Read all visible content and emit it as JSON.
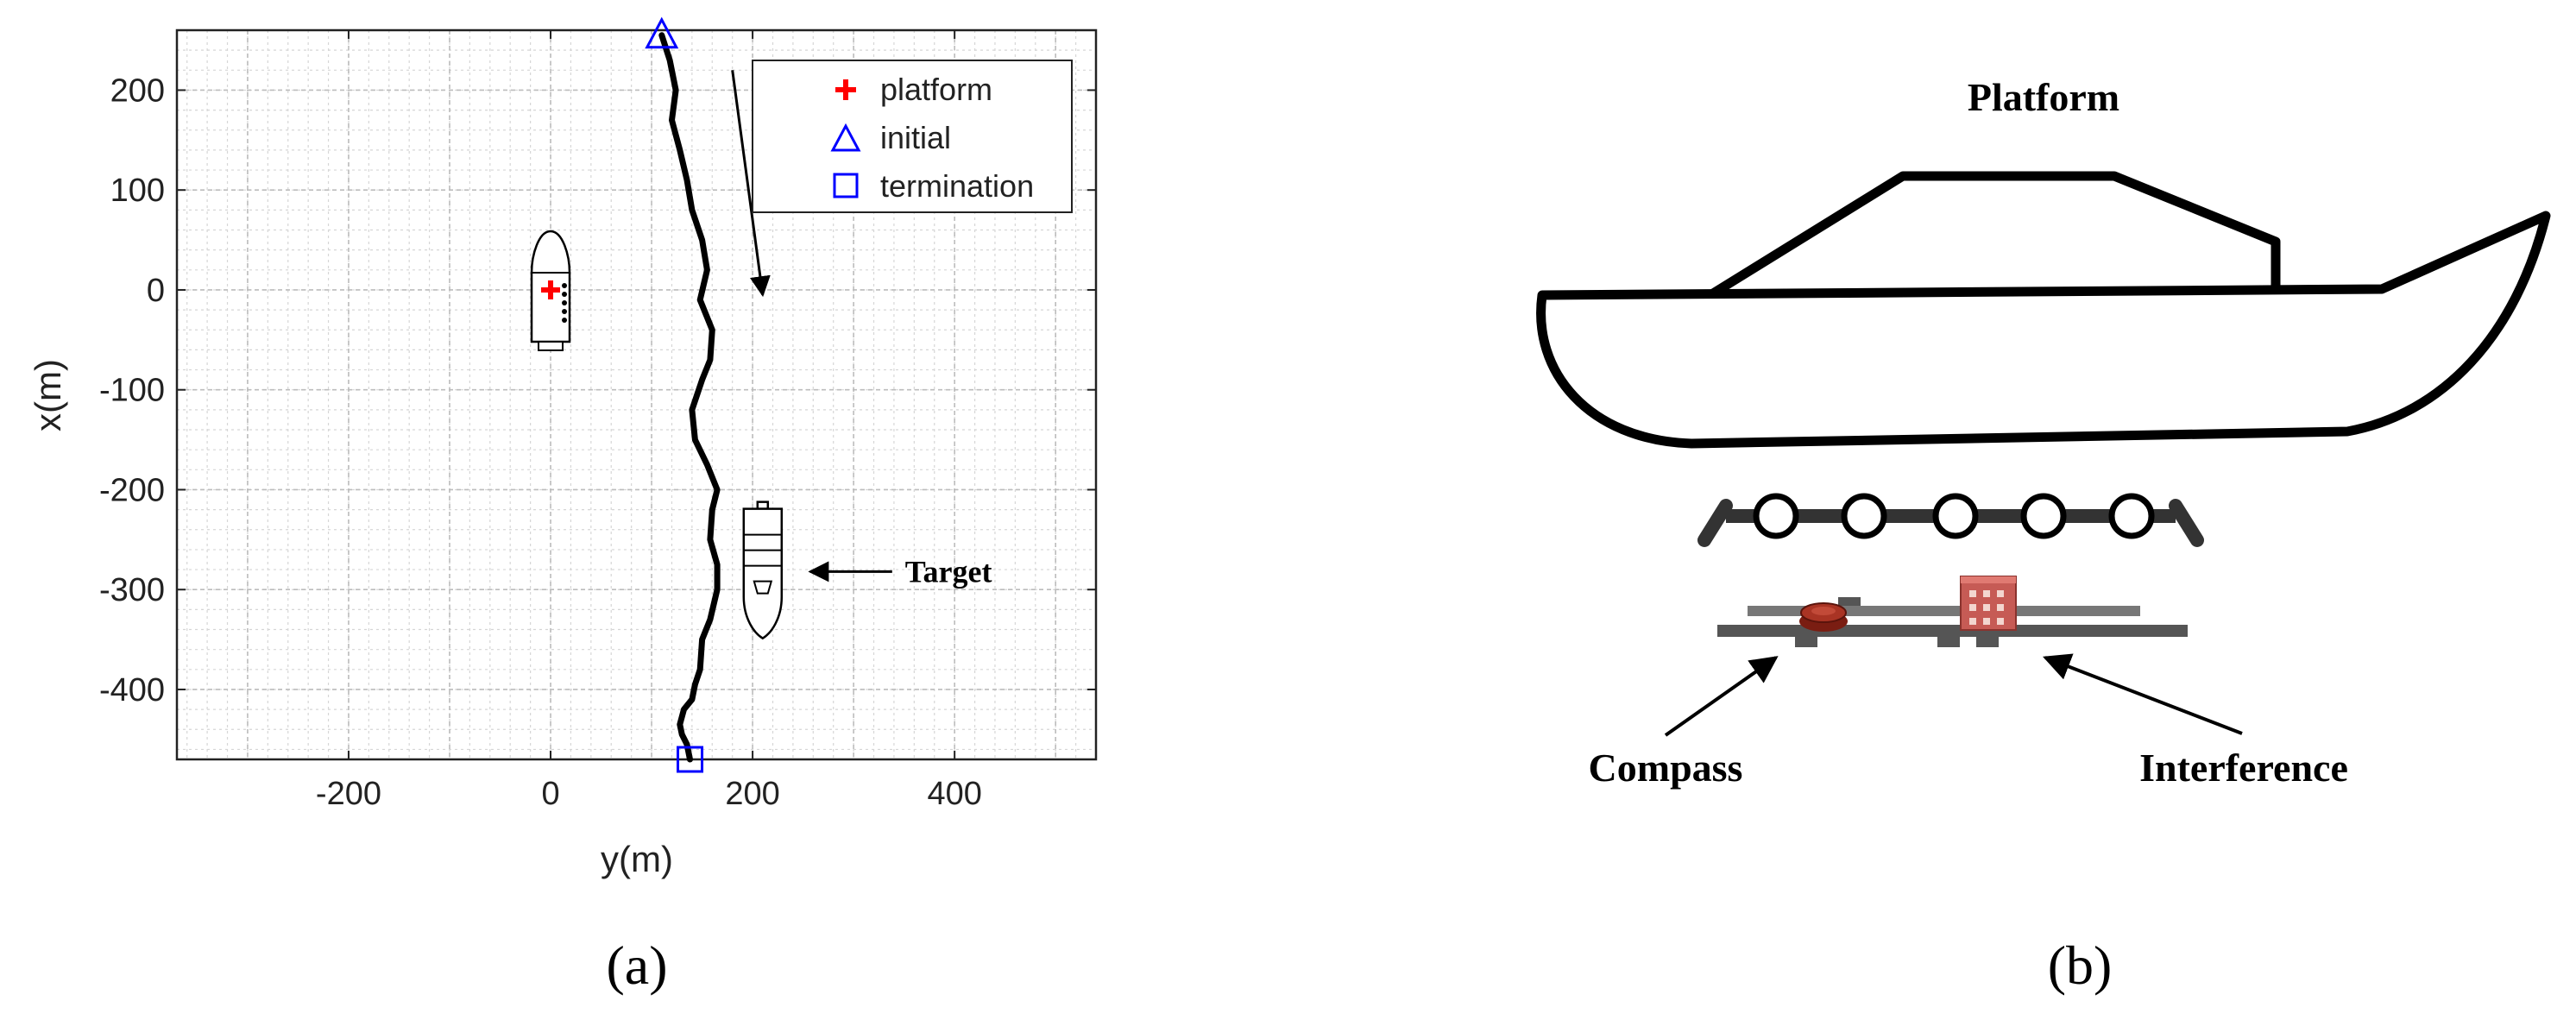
{
  "panel_a": {
    "caption": "(a)",
    "xlabel": "y(m)",
    "ylabel": "x(m)",
    "annotation_target": "Target",
    "legend": [
      {
        "label": "platform",
        "marker": "plus",
        "color": "#ff0000"
      },
      {
        "label": "initial",
        "marker": "triangle",
        "color": "#0000ff"
      },
      {
        "label": "termination",
        "marker": "square",
        "color": "#0000ff"
      }
    ],
    "chart_data": {
      "type": "line",
      "xlabel": "y(m)",
      "ylabel": "x(m)",
      "xlim": [
        -370,
        540
      ],
      "ylim": [
        -470,
        260
      ],
      "xticks": [
        -200,
        0,
        200,
        400
      ],
      "yticks": [
        200,
        100,
        0,
        -100,
        -200,
        -300,
        -400
      ],
      "grid": true,
      "legend_position": "top-right",
      "series": [
        {
          "values_y_m": [
            110,
            118,
            124,
            120,
            128,
            135,
            140,
            150,
            155,
            148,
            160,
            158,
            150,
            140,
            143,
            155,
            165,
            160,
            158,
            165,
            165,
            158,
            150,
            148,
            143,
            140,
            132,
            128,
            130,
            135,
            138
          ],
          "values_x_m": [
            255,
            230,
            200,
            170,
            140,
            110,
            80,
            50,
            20,
            -10,
            -40,
            -70,
            -90,
            -120,
            -150,
            -175,
            -200,
            -220,
            -250,
            -275,
            -300,
            -330,
            -350,
            -380,
            -395,
            -410,
            -420,
            -435,
            -445,
            -455,
            -470
          ]
        }
      ],
      "platform_point": {
        "y": 0,
        "x": 0
      },
      "initial_point": {
        "y": 110,
        "x": 255
      },
      "termination_point": {
        "y": 138,
        "x": -470
      },
      "direction_arrow": {
        "from": {
          "y": 180,
          "x": 220
        },
        "to": {
          "y": 210,
          "x": -5
        }
      }
    }
  },
  "panel_b": {
    "caption": "(b)",
    "label_platform": "Platform",
    "label_compass": "Compass",
    "label_interference": "Interference"
  }
}
